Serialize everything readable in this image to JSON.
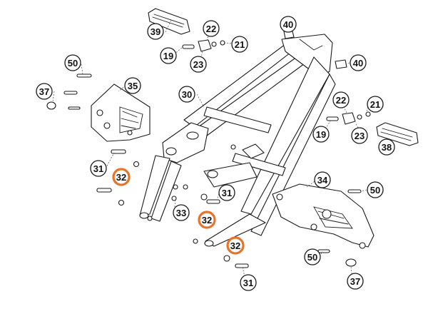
{
  "diagram": {
    "highlight_color": "#e8742a",
    "callouts": [
      {
        "id": "c39",
        "label": "39",
        "highlighted": false
      },
      {
        "id": "c22a",
        "label": "22",
        "highlighted": false
      },
      {
        "id": "c21a",
        "label": "21",
        "highlighted": false
      },
      {
        "id": "c19a",
        "label": "19",
        "highlighted": false
      },
      {
        "id": "c23a",
        "label": "23",
        "highlighted": false
      },
      {
        "id": "c40a",
        "label": "40",
        "highlighted": false
      },
      {
        "id": "c40b",
        "label": "40",
        "highlighted": false
      },
      {
        "id": "c50a",
        "label": "50",
        "highlighted": false
      },
      {
        "id": "c37a",
        "label": "37",
        "highlighted": false
      },
      {
        "id": "c35",
        "label": "35",
        "highlighted": false
      },
      {
        "id": "c30",
        "label": "30",
        "highlighted": false
      },
      {
        "id": "c22b",
        "label": "22",
        "highlighted": false
      },
      {
        "id": "c21b",
        "label": "21",
        "highlighted": false
      },
      {
        "id": "c19b",
        "label": "19",
        "highlighted": false
      },
      {
        "id": "c23b",
        "label": "23",
        "highlighted": false
      },
      {
        "id": "c38",
        "label": "38",
        "highlighted": false
      },
      {
        "id": "c31a",
        "label": "31",
        "highlighted": false
      },
      {
        "id": "c32a",
        "label": "32",
        "highlighted": true
      },
      {
        "id": "c34",
        "label": "34",
        "highlighted": false
      },
      {
        "id": "c31b",
        "label": "31",
        "highlighted": false
      },
      {
        "id": "c50b",
        "label": "50",
        "highlighted": false
      },
      {
        "id": "c33",
        "label": "33",
        "highlighted": false
      },
      {
        "id": "c32b",
        "label": "32",
        "highlighted": true
      },
      {
        "id": "c32c",
        "label": "32",
        "highlighted": true
      },
      {
        "id": "c50c",
        "label": "50",
        "highlighted": false
      },
      {
        "id": "c31c",
        "label": "31",
        "highlighted": false
      },
      {
        "id": "c37b",
        "label": "37",
        "highlighted": false
      }
    ]
  }
}
